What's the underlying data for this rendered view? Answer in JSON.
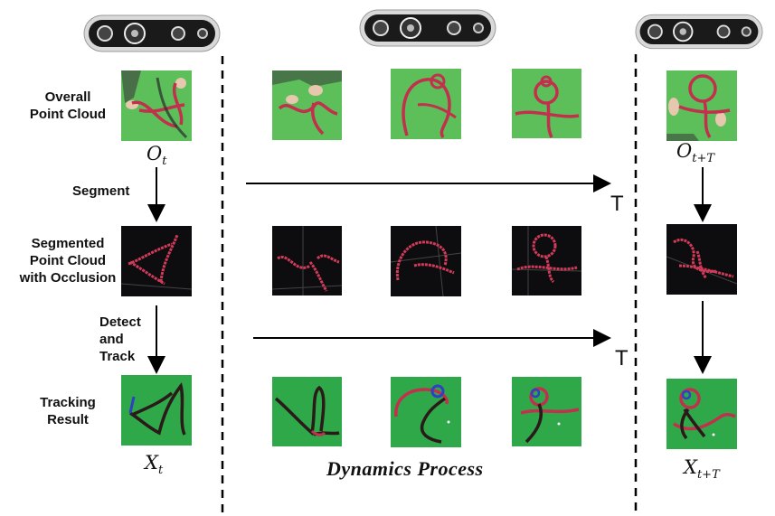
{
  "labels": {
    "overall": "Overall\nPoint Cloud",
    "segment": "Segment",
    "segmented": "Segmented\nPoint Cloud\nwith Occlusion",
    "detect": "Detect\nand\nTrack",
    "tracking": "Tracking\nResult",
    "o_t": "O",
    "o_t_sub": "t",
    "o_tT": "O",
    "o_tT_sub": "t+T",
    "x_t": "X",
    "x_t_sub": "t",
    "x_tT": "X",
    "x_tT_sub": "t+T",
    "T1": "T",
    "T2": "T",
    "dynamics": "Dynamics Process"
  },
  "colors": {
    "green_rgb": "#5cbf5a",
    "green_track": "#2fa84a",
    "rope": "#d23a5a",
    "rope_dark": "#2a1a1a",
    "dark_bg": "#0d0d0f"
  },
  "icons": [
    "depth-camera-icon"
  ]
}
